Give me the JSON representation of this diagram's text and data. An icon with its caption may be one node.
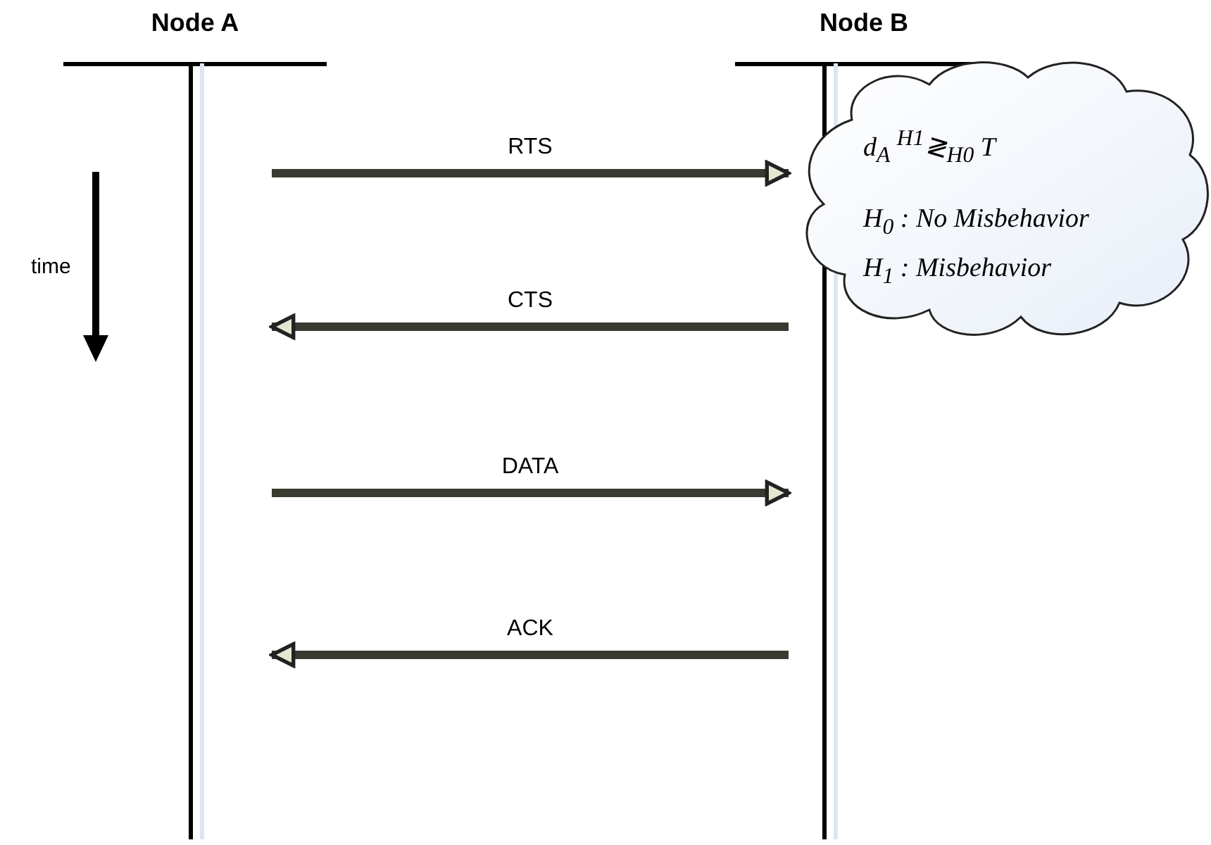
{
  "diagram": {
    "nodes": [
      {
        "text": [
          "Node A"
        ]
      },
      {
        "text": [
          "Node B"
        ]
      },
      {
        "text": [
          "d$_{A}$ $^{H1}$≷$_{H0}$ T",
          "H$_{0}$ : No Misbehavior",
          "H$_{1}$ : Misbehavior"
        ]
      }
    ],
    "edges": [
      {
        "from": 0,
        "to": 1,
        "arrow": "to",
        "label": "RTS"
      },
      {
        "from": 1,
        "to": 0,
        "arrow": "to",
        "label": "CTS"
      },
      {
        "from": 0,
        "to": 1,
        "arrow": "to",
        "label": "DATA"
      },
      {
        "from": 1,
        "to": 0,
        "arrow": "to",
        "label": "ACK"
      }
    ],
    "labels": [
      "time"
    ]
  }
}
